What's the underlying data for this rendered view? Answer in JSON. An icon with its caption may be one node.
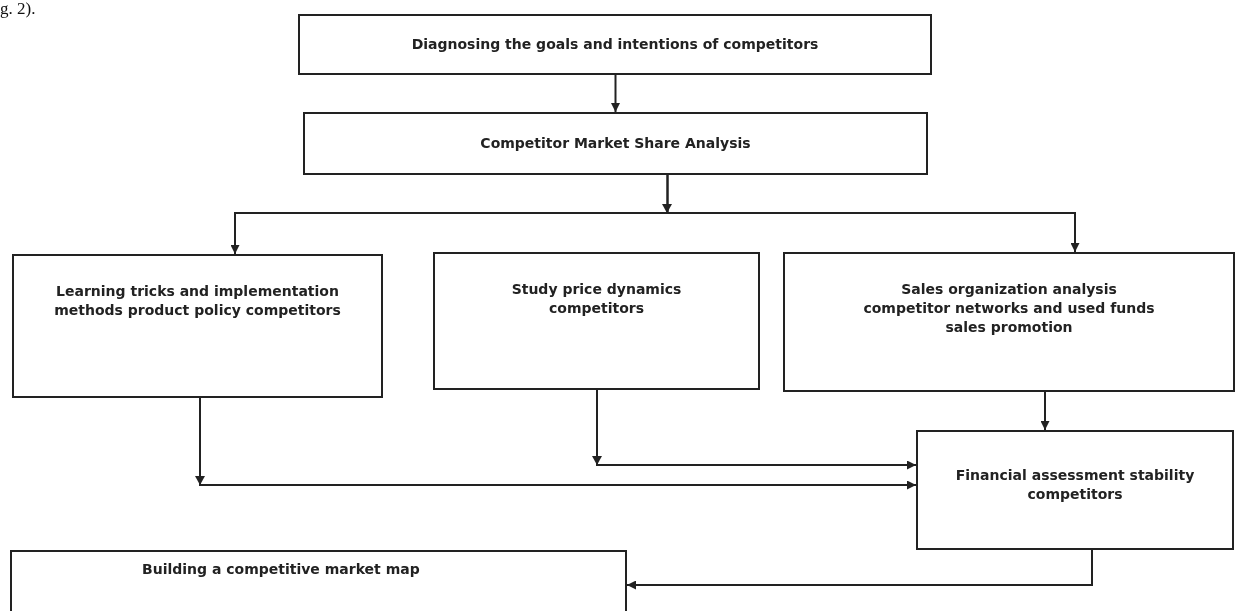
{
  "diagram": {
    "nodes": [
      {
        "text": [
          "Diagnosing the goals and intentions of competitors"
        ]
      },
      {
        "text": [
          "Competitor Market Share Analysis"
        ]
      },
      {
        "text": [
          "Learning tricks and implementation methods product policy competitors"
        ]
      },
      {
        "text": [
          "Study price dynamics competitors"
        ]
      },
      {
        "text": [
          "Sales organization analysis competitor networks and used funds sales promotion"
        ]
      },
      {
        "text": [
          "Financial assessment stability competitors"
        ]
      },
      {
        "text": [
          "Building a competitive market map"
        ]
      }
    ],
    "edges": [
      {
        "from": 0,
        "to": 1,
        "arrow": "to"
      },
      {
        "from": 1,
        "to": 2,
        "arrow": "to"
      },
      {
        "from": 1,
        "to": 4,
        "arrow": "to"
      },
      {
        "from": 2,
        "to": 5,
        "arrow": "to"
      },
      {
        "from": 3,
        "to": 5,
        "arrow": "to"
      },
      {
        "from": 4,
        "to": 5,
        "arrow": "to"
      },
      {
        "from": 5,
        "to": 6,
        "arrow": "to"
      }
    ],
    "labels": [
      "g. 2)."
    ]
  }
}
